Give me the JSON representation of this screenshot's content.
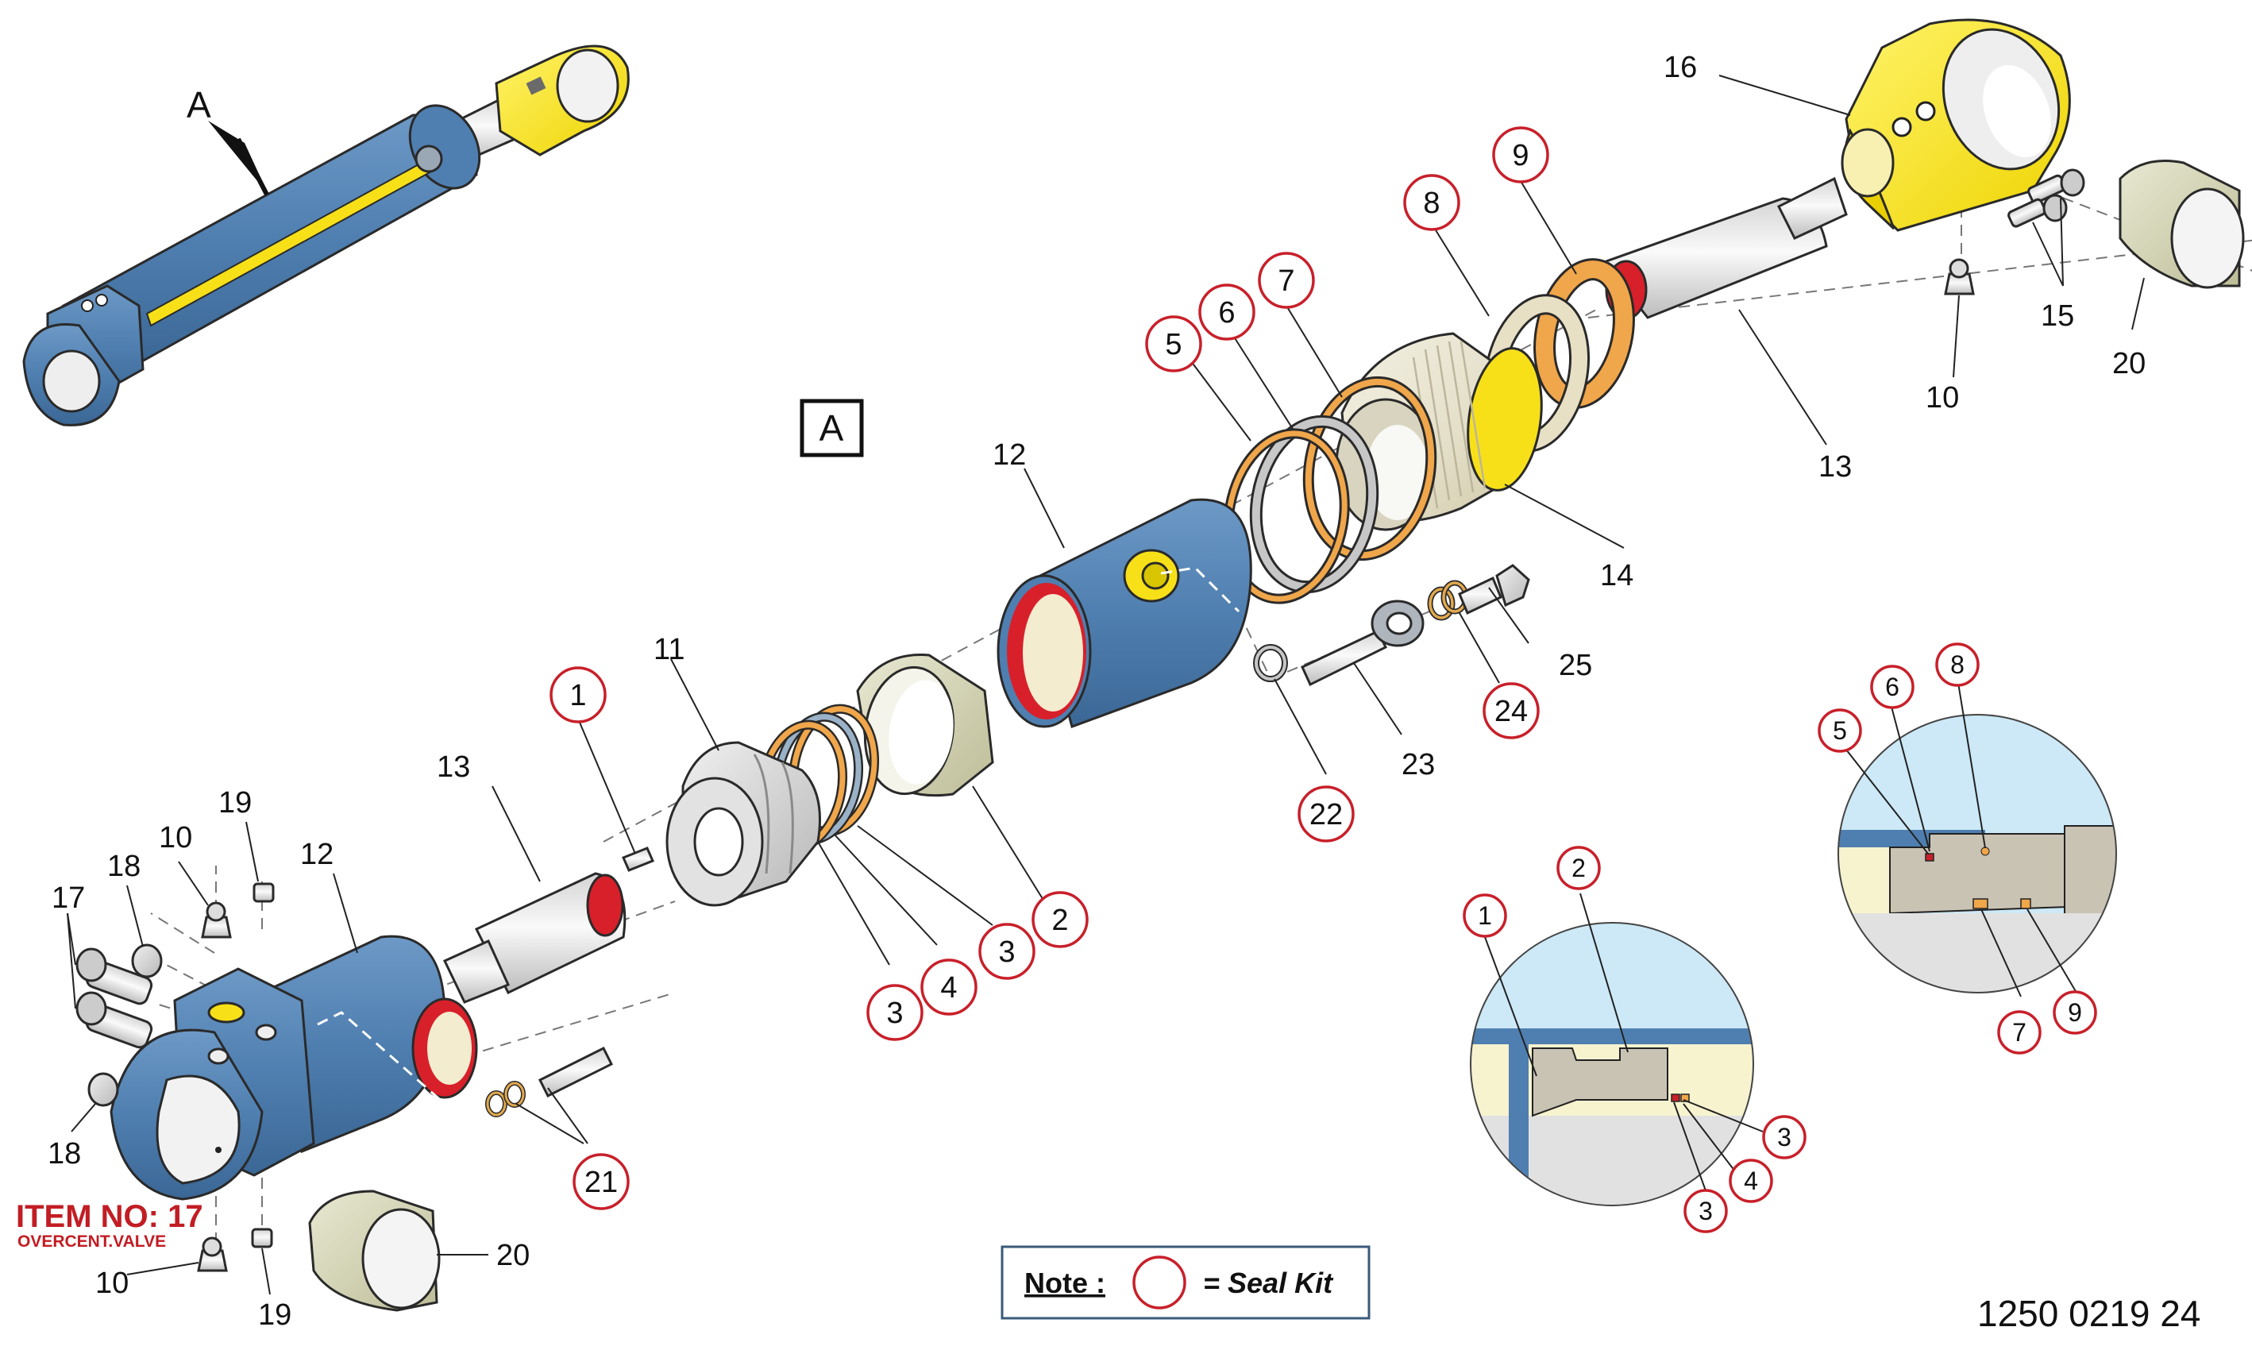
{
  "view_label": "A",
  "view_box_label": "A",
  "callouts": [
    {
      "id": "c1",
      "text": "1",
      "seal": true
    },
    {
      "id": "c2",
      "text": "2",
      "seal": true
    },
    {
      "id": "c3a",
      "text": "3",
      "seal": true
    },
    {
      "id": "c3b",
      "text": "3",
      "seal": true
    },
    {
      "id": "c4",
      "text": "4",
      "seal": true
    },
    {
      "id": "c5",
      "text": "5",
      "seal": true
    },
    {
      "id": "c6",
      "text": "6",
      "seal": true
    },
    {
      "id": "c7",
      "text": "7",
      "seal": true
    },
    {
      "id": "c8",
      "text": "8",
      "seal": true
    },
    {
      "id": "c9",
      "text": "9",
      "seal": true
    },
    {
      "id": "c22",
      "text": "22",
      "seal": true
    },
    {
      "id": "c24",
      "text": "24",
      "seal": true
    },
    {
      "id": "c21",
      "text": "21",
      "seal": true
    },
    {
      "id": "d1",
      "text": "1",
      "seal": true
    },
    {
      "id": "d2",
      "text": "2",
      "seal": true
    },
    {
      "id": "d3a",
      "text": "3",
      "seal": true
    },
    {
      "id": "d3b",
      "text": "3",
      "seal": true
    },
    {
      "id": "d4",
      "text": "4",
      "seal": true
    },
    {
      "id": "d5",
      "text": "5",
      "seal": true
    },
    {
      "id": "d6",
      "text": "6",
      "seal": true
    },
    {
      "id": "d8",
      "text": "8",
      "seal": true
    },
    {
      "id": "d7",
      "text": "7",
      "seal": true
    },
    {
      "id": "d9",
      "text": "9",
      "seal": true
    }
  ],
  "plain_labels": [
    {
      "id": "p16",
      "text": "16"
    },
    {
      "id": "p15",
      "text": "15"
    },
    {
      "id": "p10t",
      "text": "10"
    },
    {
      "id": "p20t",
      "text": "20"
    },
    {
      "id": "p13t",
      "text": "13"
    },
    {
      "id": "p14",
      "text": "14"
    },
    {
      "id": "p12t",
      "text": "12"
    },
    {
      "id": "p25",
      "text": "25"
    },
    {
      "id": "p23",
      "text": "23"
    },
    {
      "id": "p11",
      "text": "11"
    },
    {
      "id": "p13b",
      "text": "13"
    },
    {
      "id": "p19t",
      "text": "19"
    },
    {
      "id": "p10m",
      "text": "10"
    },
    {
      "id": "p12b",
      "text": "12"
    },
    {
      "id": "p18t",
      "text": "18"
    },
    {
      "id": "p17",
      "text": "17"
    },
    {
      "id": "p18b",
      "text": "18"
    },
    {
      "id": "p10b",
      "text": "10"
    },
    {
      "id": "p19b",
      "text": "19"
    },
    {
      "id": "p20b",
      "text": "20"
    }
  ],
  "item_note": {
    "title": "ITEM NO: 17",
    "subtitle": "OVERCENT.VALVE"
  },
  "note": {
    "label": "Note :",
    "text": "= Seal Kit"
  },
  "doc_number": "1250 0219 24",
  "colors": {
    "cylinder_blue": "#4f7fb0",
    "yellow": "#f7e018",
    "seal_red": "#c8202a",
    "seal_orange": "#e09a3c",
    "light_blue": "#cde9f7"
  }
}
